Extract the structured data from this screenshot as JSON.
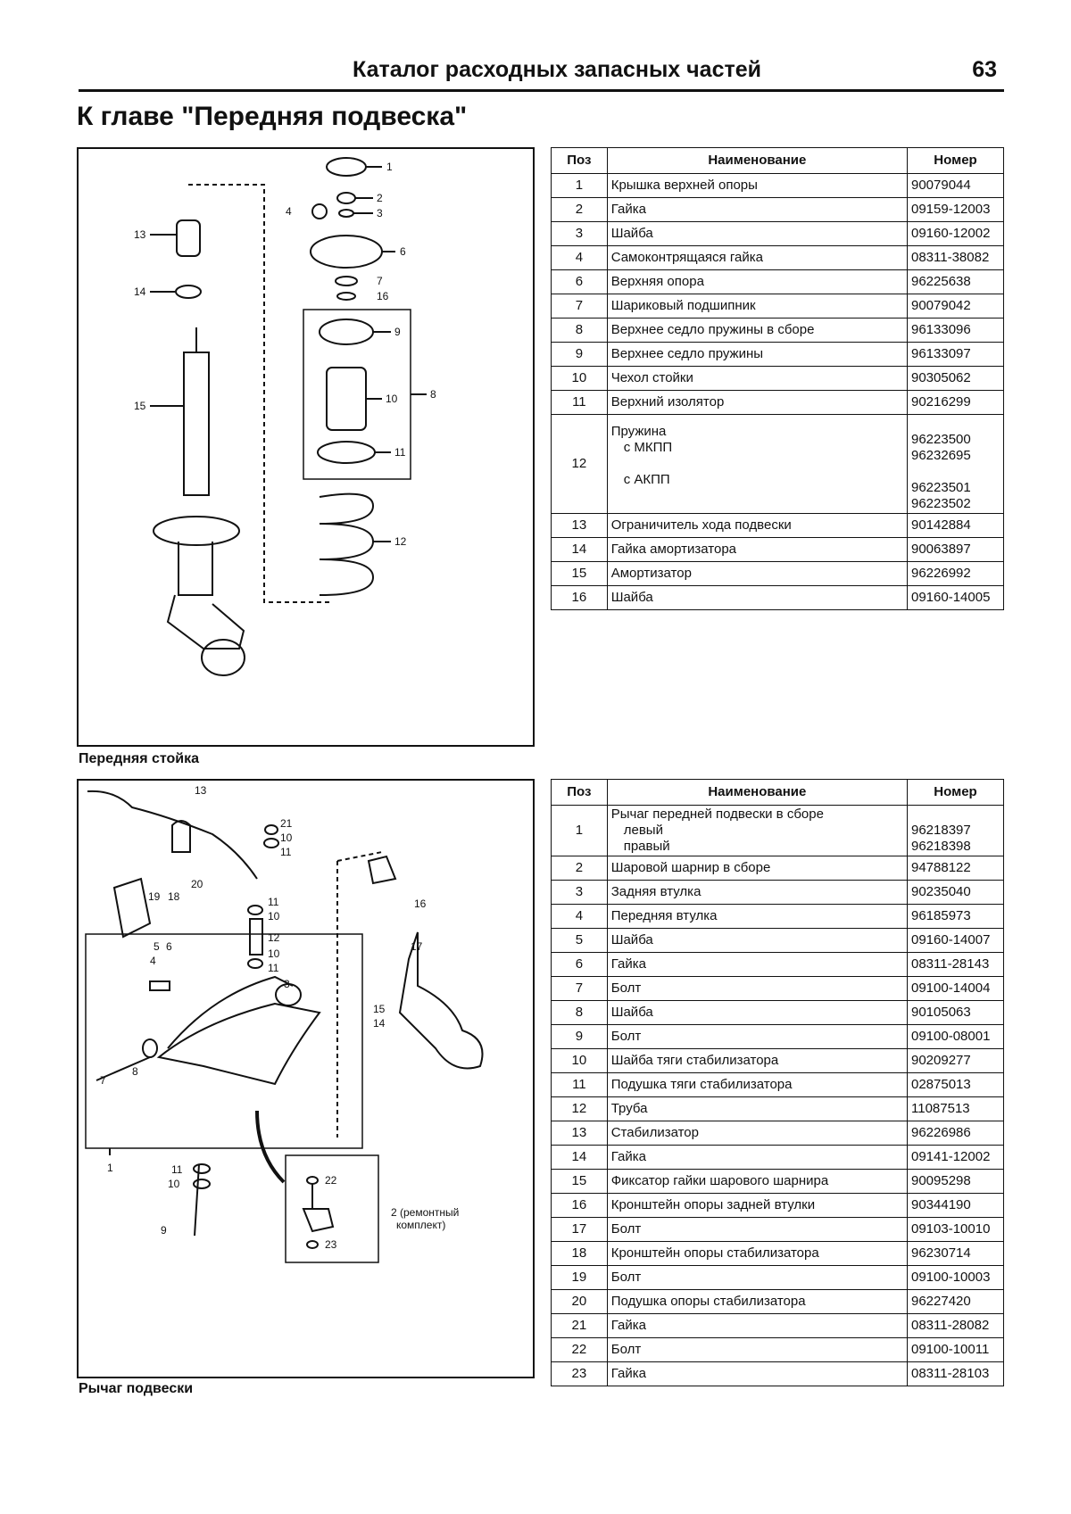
{
  "header": {
    "title": "Каталог расходных запасных частей",
    "page_number": "63"
  },
  "chapter_title": "К главе \"Передняя подвеска\"",
  "figure1": {
    "caption": "Передняя стойка",
    "callouts": [
      "1",
      "2",
      "3",
      "4",
      "6",
      "7",
      "16",
      "9",
      "10",
      "11",
      "8",
      "12",
      "13",
      "14",
      "15"
    ]
  },
  "figure2": {
    "caption": "Рычаг подвески",
    "callouts": [
      "13",
      "21",
      "10",
      "11",
      "11",
      "10",
      "12",
      "10",
      "11",
      "19",
      "18",
      "20",
      "5",
      "6",
      "16",
      "17",
      "4",
      "3",
      "15",
      "14",
      "8",
      "7",
      "1",
      "11",
      "10",
      "9",
      "22",
      "23"
    ],
    "kit_label_line1": "2 (ремонтный",
    "kit_label_line2": "комплект)"
  },
  "table_headers": {
    "pos": "Поз",
    "name": "Наименование",
    "number": "Номер"
  },
  "table1": [
    {
      "pos": "1",
      "name": "Крышка верхней опоры",
      "number": "90079044"
    },
    {
      "pos": "2",
      "name": "Гайка",
      "number": "09159-12003"
    },
    {
      "pos": "3",
      "name": "Шайба",
      "number": "09160-12002"
    },
    {
      "pos": "4",
      "name": "Самоконтрящаяся гайка",
      "number": "08311-38082"
    },
    {
      "pos": "6",
      "name": "Верхняя опора",
      "number": "96225638"
    },
    {
      "pos": "7",
      "name": "Шариковый подшипник",
      "number": "90079042"
    },
    {
      "pos": "8",
      "name": "Верхнее седло пружины в сборе",
      "number": "96133096"
    },
    {
      "pos": "9",
      "name": "Верхнее седло пружины",
      "number": "96133097"
    },
    {
      "pos": "10",
      "name": "Чехол стойки",
      "number": "90305062"
    },
    {
      "pos": "11",
      "name": "Верхний изолятор",
      "number": "90216299"
    },
    {
      "pos": "13",
      "name": "Ограничитель хода подвески",
      "number": "90142884"
    },
    {
      "pos": "14",
      "name": "Гайка амортизатора",
      "number": "90063897"
    },
    {
      "pos": "15",
      "name": "Амортизатор",
      "number": "96226992"
    },
    {
      "pos": "16",
      "name": "Шайба",
      "number": "09160-14005"
    }
  ],
  "table1_spring": {
    "pos": "12",
    "name": "Пружина",
    "variant1": "с МКПП",
    "variant2": "с АКПП",
    "numbers1": [
      "96223500",
      "96232695"
    ],
    "numbers2": [
      "96223501",
      "96223502"
    ]
  },
  "table2_arm": {
    "pos": "1",
    "name": "Рычаг передней подвески в сборе",
    "left": "левый",
    "right": "правый",
    "number_left": "96218397",
    "number_right": "96218398"
  },
  "table2": [
    {
      "pos": "2",
      "name": "Шаровой шарнир в сборе",
      "number": "94788122"
    },
    {
      "pos": "3",
      "name": "Задняя втулка",
      "number": "90235040"
    },
    {
      "pos": "4",
      "name": "Передняя втулка",
      "number": "96185973"
    },
    {
      "pos": "5",
      "name": "Шайба",
      "number": "09160-14007"
    },
    {
      "pos": "6",
      "name": "Гайка",
      "number": "08311-28143"
    },
    {
      "pos": "7",
      "name": "Болт",
      "number": "09100-14004"
    },
    {
      "pos": "8",
      "name": "Шайба",
      "number": "90105063"
    },
    {
      "pos": "9",
      "name": "Болт",
      "number": "09100-08001"
    },
    {
      "pos": "10",
      "name": "Шайба тяги стабилизатора",
      "number": "90209277"
    },
    {
      "pos": "11",
      "name": "Подушка тяги стабилизатора",
      "number": "02875013"
    },
    {
      "pos": "12",
      "name": "Труба",
      "number": "11087513"
    },
    {
      "pos": "13",
      "name": "Стабилизатор",
      "number": "96226986"
    },
    {
      "pos": "14",
      "name": "Гайка",
      "number": "09141-12002"
    },
    {
      "pos": "15",
      "name": "Фиксатор гайки шарового шарнира",
      "number": "90095298"
    },
    {
      "pos": "16",
      "name": "Кронштейн опоры задней втулки",
      "number": "90344190"
    },
    {
      "pos": "17",
      "name": "Болт",
      "number": "09103-10010"
    },
    {
      "pos": "18",
      "name": "Кронштейн опоры стабилизатора",
      "number": "96230714"
    },
    {
      "pos": "19",
      "name": "Болт",
      "number": "09100-10003"
    },
    {
      "pos": "20",
      "name": "Подушка опоры стабилизатора",
      "number": "96227420"
    },
    {
      "pos": "21",
      "name": "Гайка",
      "number": "08311-28082"
    },
    {
      "pos": "22",
      "name": "Болт",
      "number": "09100-10011"
    },
    {
      "pos": "23",
      "name": "Гайка",
      "number": "08311-28103"
    }
  ]
}
